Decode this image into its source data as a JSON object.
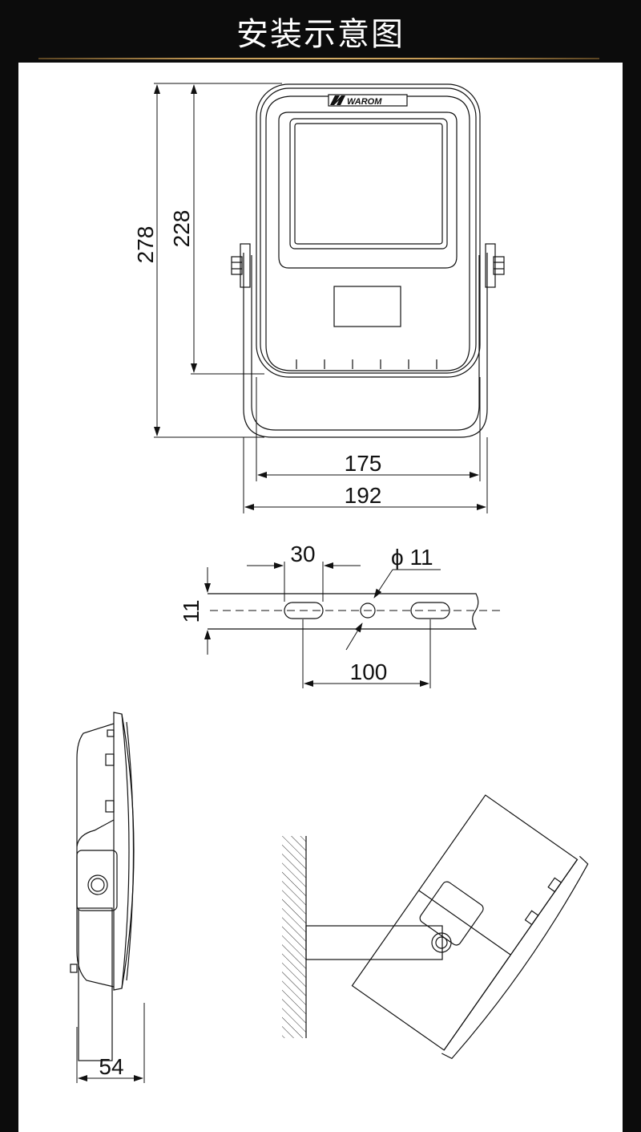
{
  "page": {
    "title": "安装示意图"
  },
  "front_view": {
    "brand": "WAROM",
    "dim_total_height": "278",
    "dim_body_height": "228",
    "dim_body_width": "175",
    "dim_total_width": "192"
  },
  "bracket_view": {
    "dim_slot_length": "30",
    "dim_hole_diameter": "ϕ 11",
    "dim_bar_height": "11",
    "dim_slot_spacing": "100"
  },
  "side_view": {
    "dim_depth": "54"
  },
  "colors": {
    "background": "#0c0c0c",
    "panel": "#ffffff",
    "accent": "#c49a55"
  }
}
